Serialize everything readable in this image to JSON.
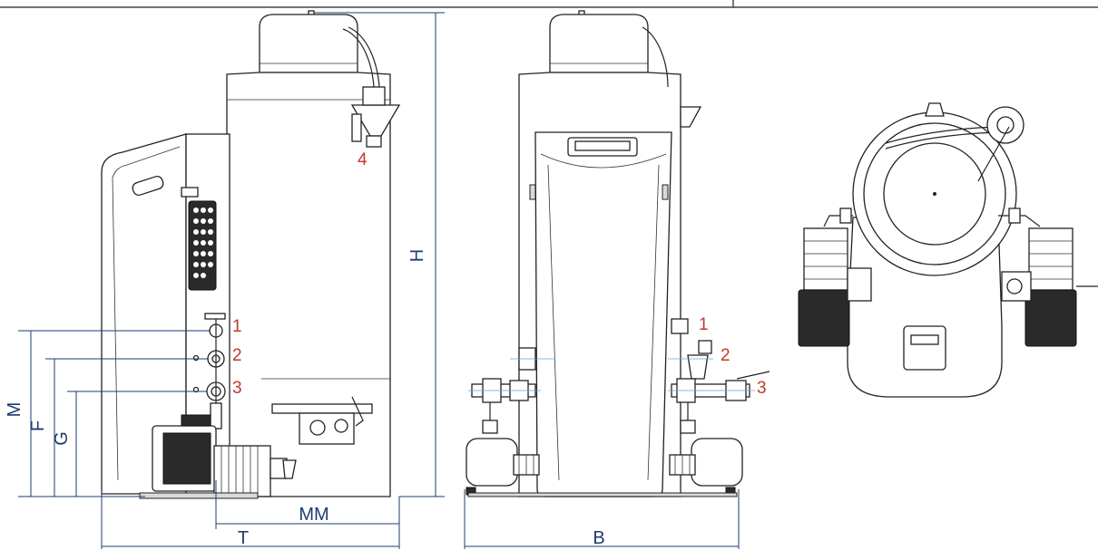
{
  "labels": {
    "dimensions": {
      "H": "H",
      "M": "M",
      "F": "F",
      "G": "G",
      "MM": "MM",
      "T": "T",
      "B": "B"
    },
    "side_numbers": [
      "1",
      "2",
      "3",
      "4"
    ],
    "front_numbers": [
      "1",
      "2",
      "3"
    ]
  },
  "colors": {
    "dimension": "#1f3b70",
    "callout": "#c0392b",
    "outline": "#222222",
    "axis": "#5aa7d8"
  }
}
